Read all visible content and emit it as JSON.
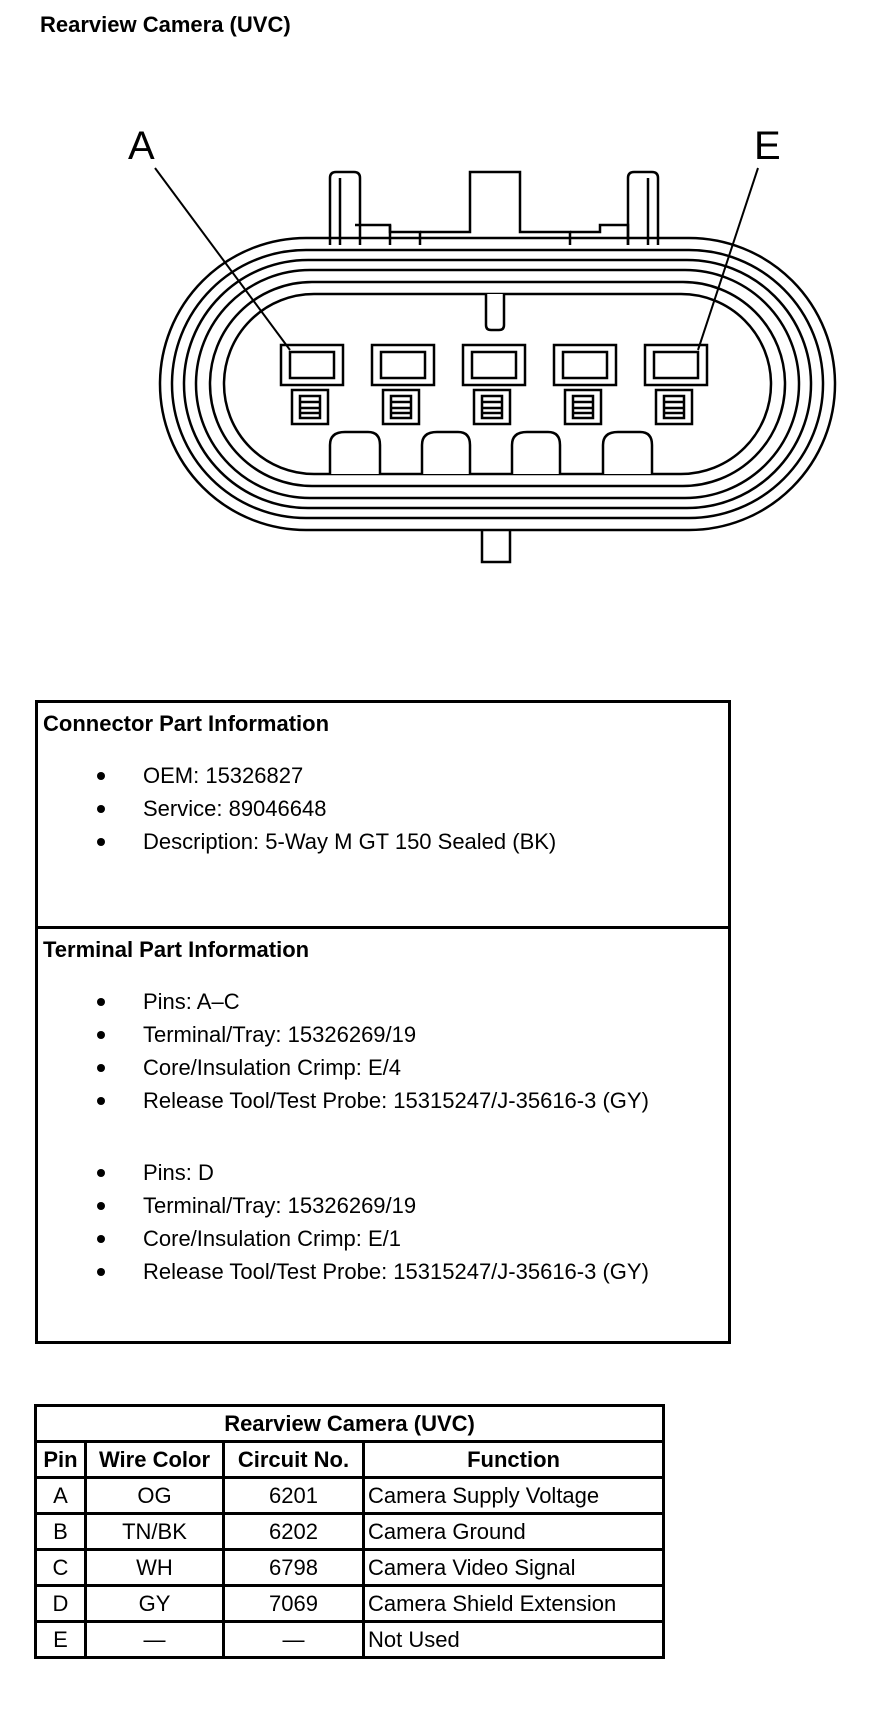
{
  "page_title": "Rearview Camera (UVC)",
  "diagram": {
    "label_left": "A",
    "label_right": "E"
  },
  "connector_info": {
    "title": "Connector Part Information",
    "items": [
      "OEM: 15326827",
      "Service: 89046648",
      "Description: 5-Way M GT 150 Sealed (BK)"
    ]
  },
  "terminal_info": {
    "title": "Terminal Part Information",
    "groups": [
      {
        "items": [
          "Pins: A–C",
          "Terminal/Tray: 15326269/19",
          "Core/Insulation Crimp: E/4",
          "Release Tool/Test Probe: 15315247/J-35616-3 (GY)"
        ]
      },
      {
        "items": [
          "Pins: D",
          "Terminal/Tray: 15326269/19",
          "Core/Insulation Crimp: E/1",
          "Release Tool/Test Probe: 15315247/J-35616-3 (GY)"
        ]
      }
    ]
  },
  "pin_table": {
    "caption": "Rearview Camera (UVC)",
    "headers": [
      "Pin",
      "Wire Color",
      "Circuit No.",
      "Function"
    ],
    "rows": [
      [
        "A",
        "OG",
        "6201",
        "Camera Supply Voltage"
      ],
      [
        "B",
        "TN/BK",
        "6202",
        "Camera Ground"
      ],
      [
        "C",
        "WH",
        "6798",
        "Camera Video Signal"
      ],
      [
        "D",
        "GY",
        "7069",
        "Camera Shield Extension"
      ],
      [
        "E",
        "—",
        "—",
        "Not Used"
      ]
    ]
  }
}
